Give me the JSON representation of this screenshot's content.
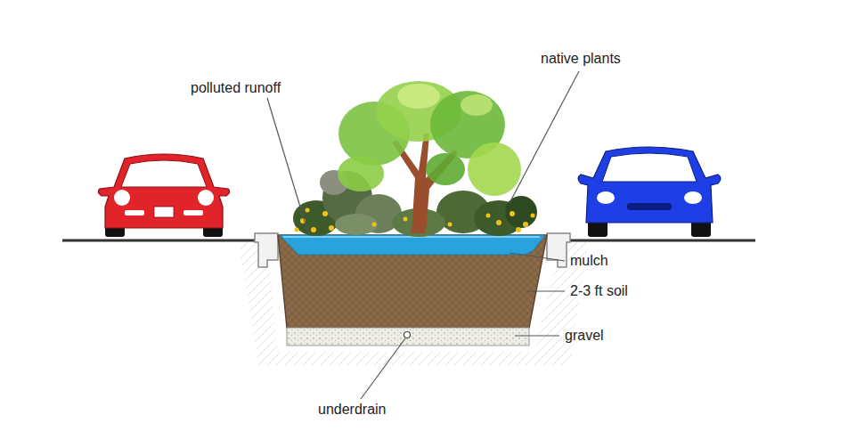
{
  "diagram": {
    "labels": [
      "polluted runoff",
      "native plants",
      "mulch",
      "2-3 ft soil",
      "gravel",
      "underdrain"
    ]
  }
}
